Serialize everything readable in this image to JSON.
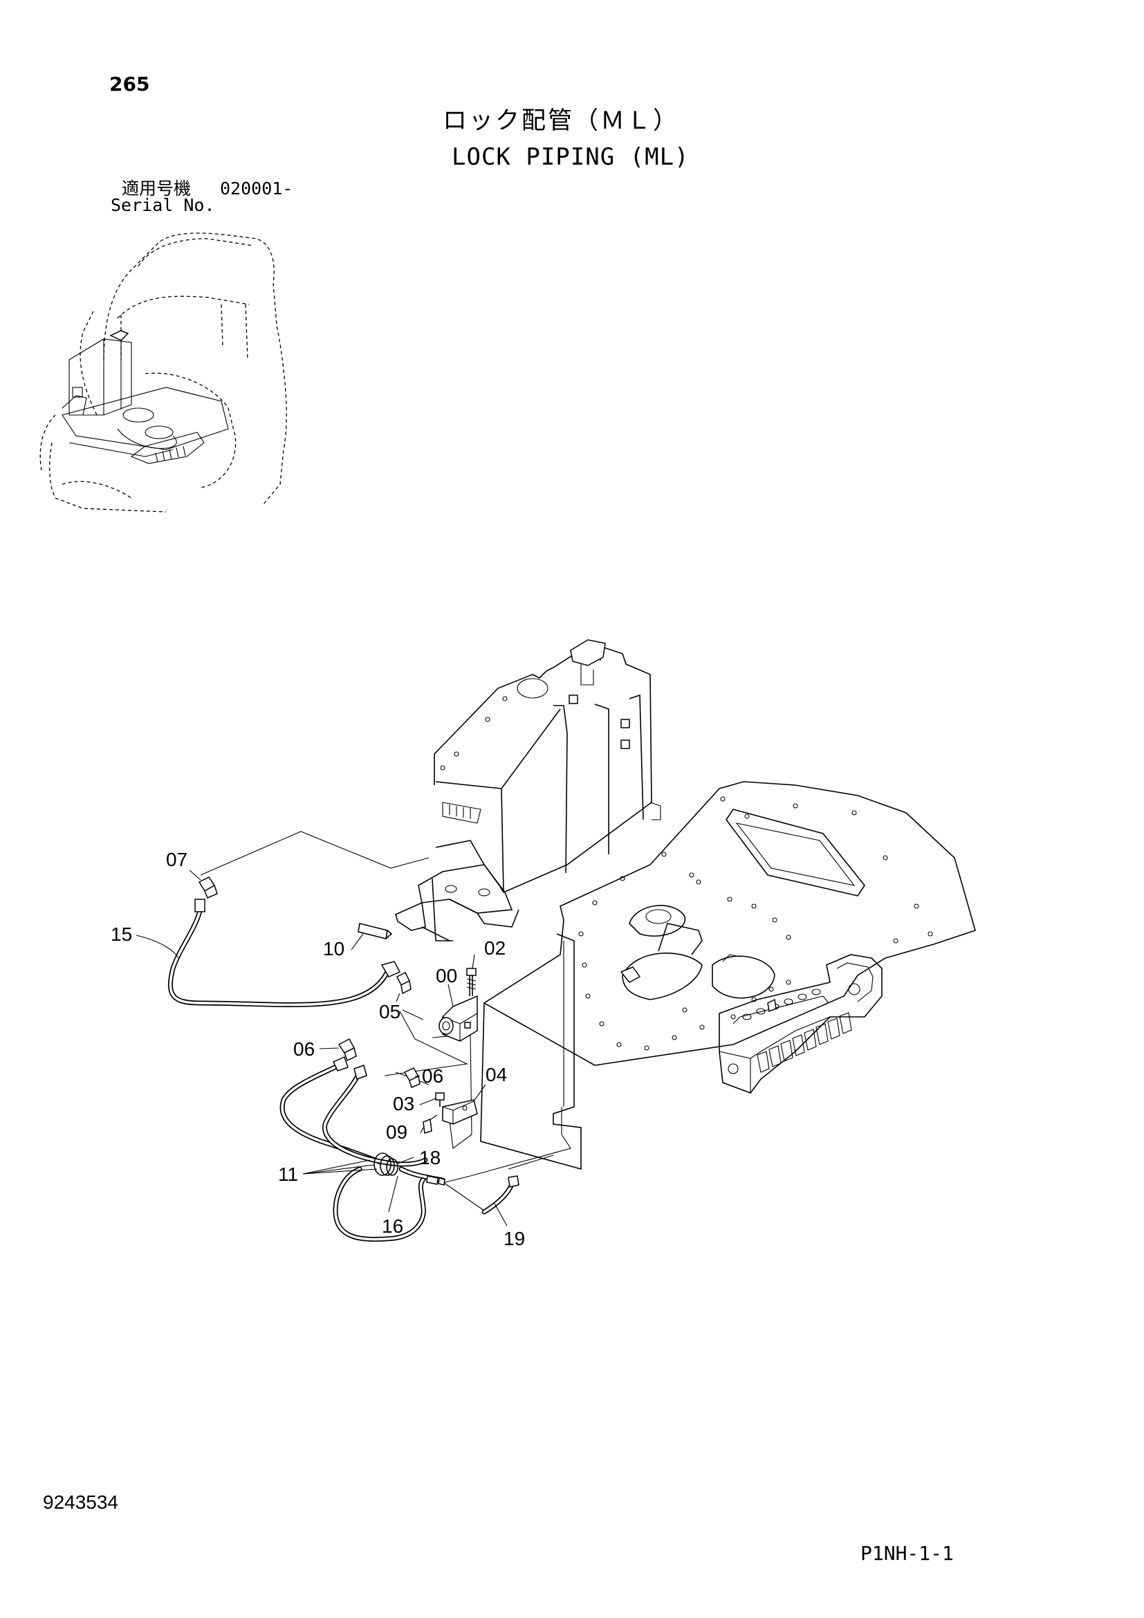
{
  "header": {
    "page_number": "265",
    "title_jp": "ロック配管（ＭＬ）",
    "title_en": "LOCK PIPING (ML)",
    "serial_label_jp": "適用号機",
    "serial_value": "020001-",
    "serial_label_en": "Serial No."
  },
  "footer": {
    "doc_number": "9243534",
    "page_code": "P1NH-1-1"
  },
  "callouts": {
    "c07": "07",
    "c15": "15",
    "c10": "10",
    "c02": "02",
    "c00": "00",
    "c05": "05",
    "c06a": "06",
    "c06b": "06",
    "c04": "04",
    "c03": "03",
    "c09": "09",
    "c11": "11",
    "c18": "18",
    "c16": "16",
    "c19": "19"
  }
}
